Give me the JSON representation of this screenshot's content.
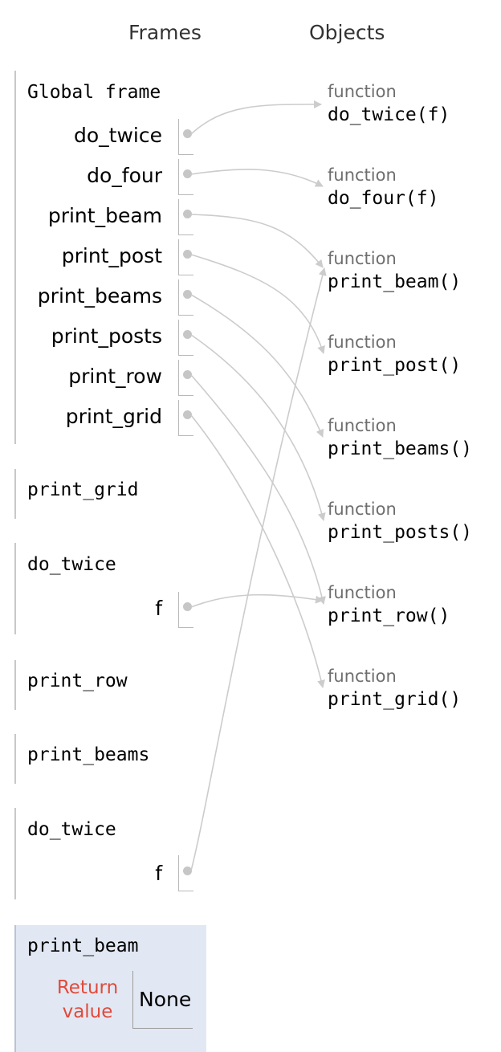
{
  "headers": {
    "frames": "Frames",
    "objects": "Objects"
  },
  "frames": [
    {
      "title": "Global frame",
      "vars": [
        "do_twice",
        "do_four",
        "print_beam",
        "print_post",
        "print_beams",
        "print_posts",
        "print_row",
        "print_grid"
      ]
    },
    {
      "title": "print_grid",
      "vars": []
    },
    {
      "title": "do_twice",
      "vars": [
        "f"
      ]
    },
    {
      "title": "print_row",
      "vars": []
    },
    {
      "title": "print_beams",
      "vars": []
    },
    {
      "title": "do_twice",
      "vars": [
        "f"
      ]
    },
    {
      "title": "print_beam",
      "return_label": "Return\nvalue",
      "return_value": "None"
    }
  ],
  "objects": [
    {
      "type": "function",
      "name": "do_twice(f)"
    },
    {
      "type": "function",
      "name": "do_four(f)"
    },
    {
      "type": "function",
      "name": "print_beam()"
    },
    {
      "type": "function",
      "name": "print_post()"
    },
    {
      "type": "function",
      "name": "print_beams()"
    },
    {
      "type": "function",
      "name": "print_posts()"
    },
    {
      "type": "function",
      "name": "print_row()"
    },
    {
      "type": "function",
      "name": "print_grid()"
    }
  ],
  "colors": {
    "arrow": "#cccccc",
    "active_frame_bg": "#e2e8f3",
    "return_label": "#e04a3a"
  }
}
